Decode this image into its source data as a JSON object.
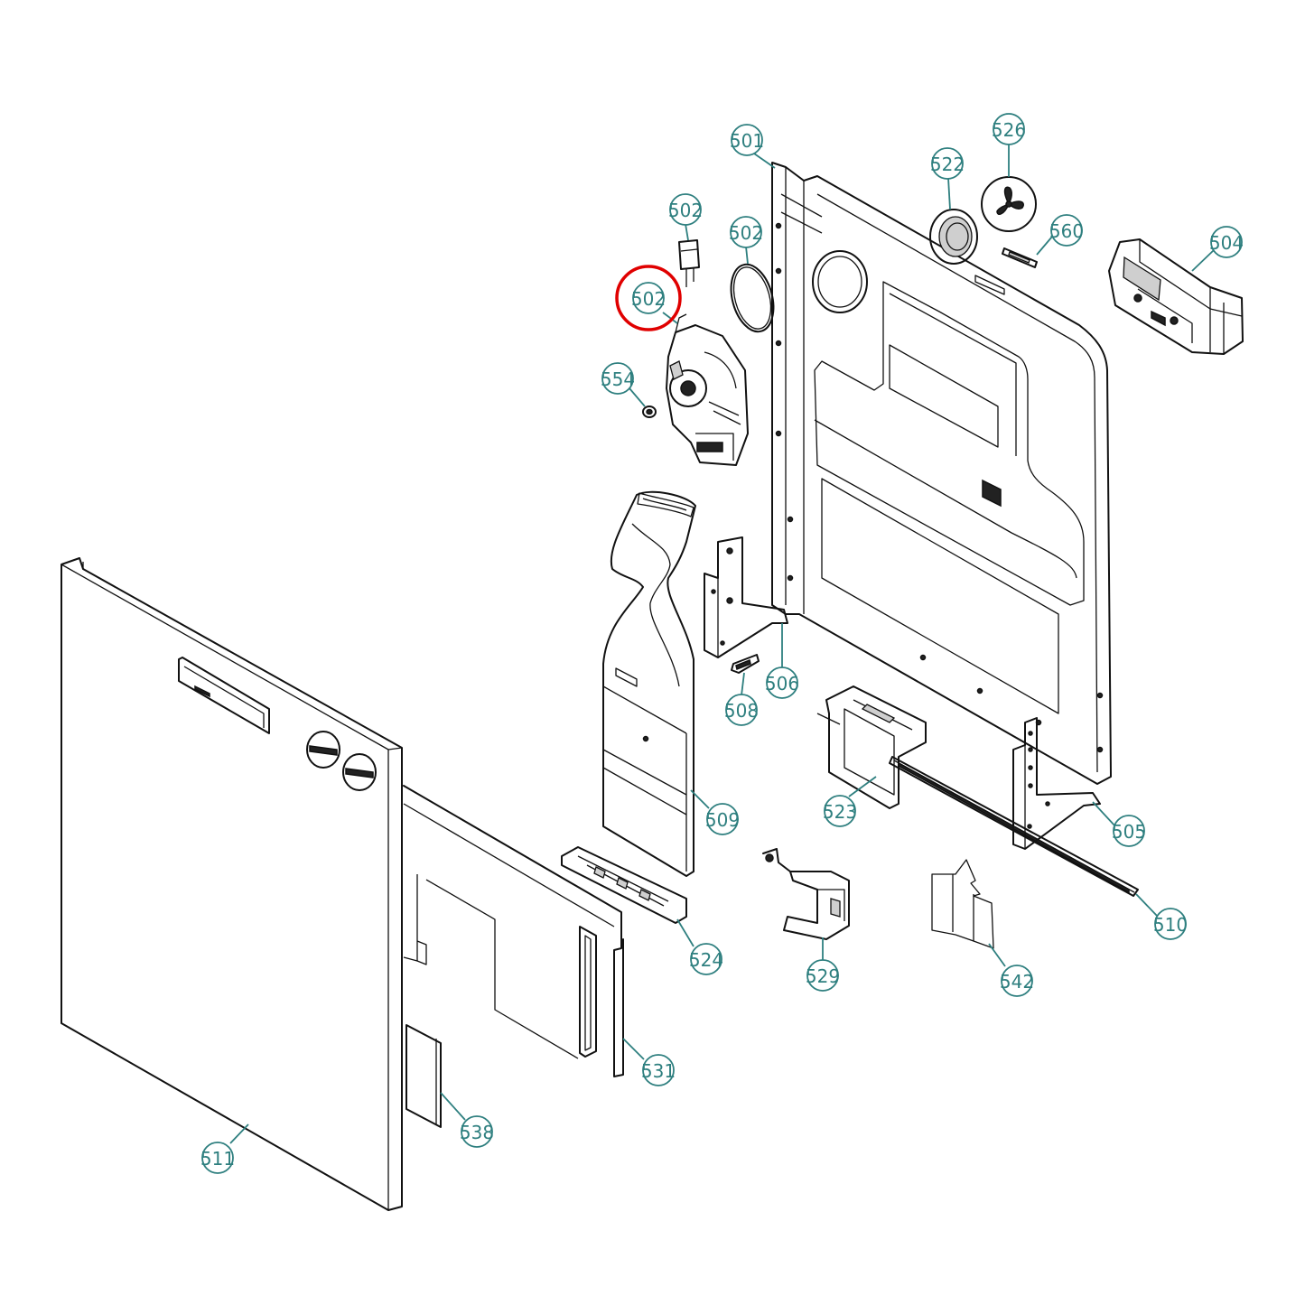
{
  "callouts": [
    {
      "id": "c501",
      "label": "501"
    },
    {
      "id": "c502a",
      "label": "502"
    },
    {
      "id": "c502b",
      "label": "502"
    },
    {
      "id": "c502c",
      "label": "502",
      "highlighted": true
    },
    {
      "id": "c504",
      "label": "504"
    },
    {
      "id": "c505",
      "label": "505"
    },
    {
      "id": "c506",
      "label": "506"
    },
    {
      "id": "c508",
      "label": "508"
    },
    {
      "id": "c509",
      "label": "509"
    },
    {
      "id": "c510",
      "label": "510"
    },
    {
      "id": "c511",
      "label": "511"
    },
    {
      "id": "c522",
      "label": "522"
    },
    {
      "id": "c523",
      "label": "523"
    },
    {
      "id": "c524",
      "label": "524"
    },
    {
      "id": "c526",
      "label": "526"
    },
    {
      "id": "c529",
      "label": "529"
    },
    {
      "id": "c531",
      "label": "531"
    },
    {
      "id": "c538",
      "label": "538"
    },
    {
      "id": "c542",
      "label": "542"
    },
    {
      "id": "c554",
      "label": "554"
    },
    {
      "id": "c560",
      "label": "560"
    }
  ],
  "colors": {
    "callout": "#2e7f7f",
    "highlight": "#e00000",
    "line": "#111111"
  }
}
